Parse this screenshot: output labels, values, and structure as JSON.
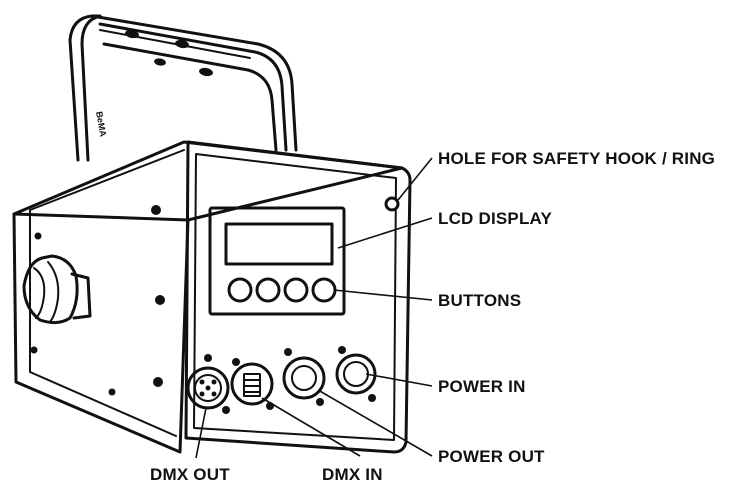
{
  "diagram": {
    "callouts": {
      "safety_hook": "HOLE FOR SAFETY HOOK / RING",
      "lcd_display": "LCD DISPLAY",
      "buttons": "BUTTONS",
      "power_in": "POWER IN",
      "power_out": "POWER OUT",
      "dmx_out": "DMX OUT",
      "dmx_in": "DMX IN"
    },
    "bracket_text": "BeMA"
  }
}
